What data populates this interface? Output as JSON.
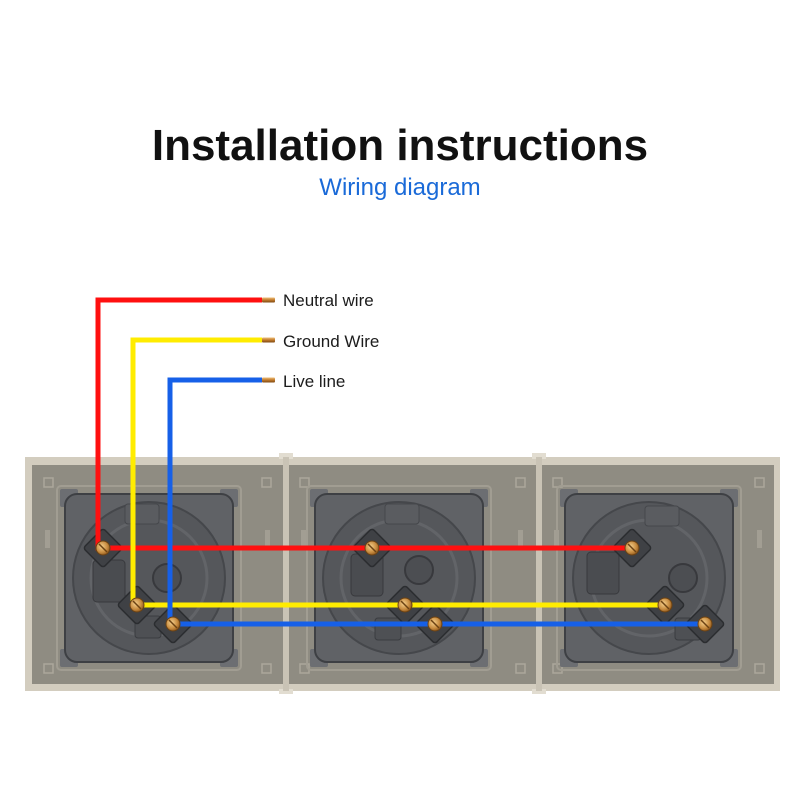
{
  "header": {
    "title": "Installation instructions",
    "subtitle": "Wiring diagram"
  },
  "legend": [
    {
      "label": "Neutral wire",
      "color": "#ff1010",
      "icon": "wire-end-icon"
    },
    {
      "label": "Ground Wire",
      "color": "#ffec00",
      "icon": "wire-end-icon"
    },
    {
      "label": "Live line",
      "color": "#1660e8",
      "icon": "wire-end-icon"
    }
  ],
  "colors": {
    "title": "#111111",
    "subtitle": "#1a6ad8",
    "panel_frame": "#d3cdbf",
    "panel_face": "#8f8c82",
    "socket_body": "#606266",
    "terminal_screw": "#c68a3e"
  }
}
